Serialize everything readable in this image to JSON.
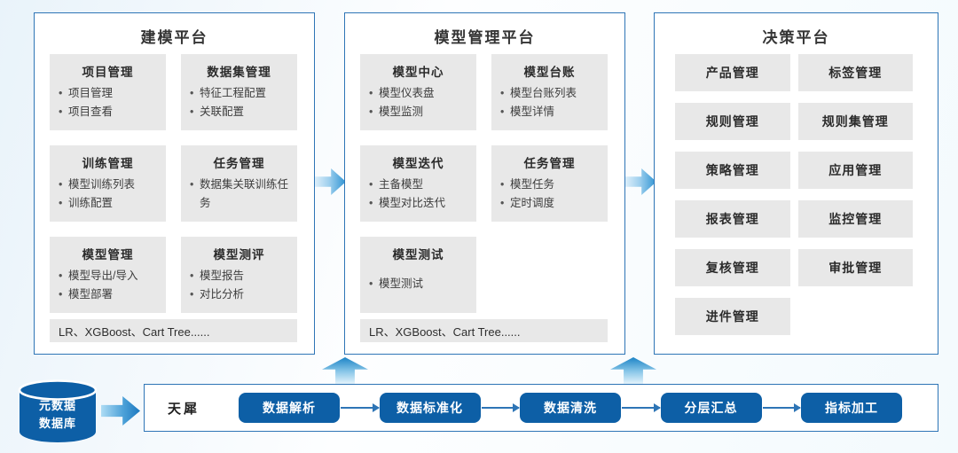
{
  "colors": {
    "panel_border": "#2e75b6",
    "card_background": "#e8e8e8",
    "dark_blue": "#0d5fa6",
    "arrow_gradient_light": "#ddeffa",
    "arrow_gradient_dark": "#2e93d3",
    "title_text": "#353535",
    "body_text": "#3d3d3d"
  },
  "panels": [
    {
      "title": "建模平台",
      "cards": [
        {
          "title": "项目管理",
          "items": [
            "项目管理",
            "项目查看"
          ]
        },
        {
          "title": "数据集管理",
          "items": [
            "特征工程配置",
            "关联配置"
          ]
        },
        {
          "title": "训练管理",
          "items": [
            "模型训练列表",
            "训练配置"
          ]
        },
        {
          "title": "任务管理",
          "items": [
            "数据集关联训练任务"
          ]
        },
        {
          "title": "模型管理",
          "items": [
            "模型导出/导入",
            "模型部署"
          ]
        },
        {
          "title": "模型测评",
          "items": [
            "模型报告",
            "对比分析"
          ]
        }
      ],
      "footer": "LR、XGBoost、Cart Tree......"
    },
    {
      "title": "模型管理平台",
      "cards": [
        {
          "title": "模型中心",
          "items": [
            "模型仪表盘",
            "模型监测"
          ]
        },
        {
          "title": "模型台账",
          "items": [
            "模型台账列表",
            "模型详情"
          ]
        },
        {
          "title": "模型迭代",
          "items": [
            "主备模型",
            "模型对比迭代"
          ]
        },
        {
          "title": "任务管理",
          "items": [
            "模型任务",
            "定时调度"
          ]
        },
        {
          "title": "模型测试",
          "items": [
            "模型测试"
          ]
        }
      ],
      "footer": "LR、XGBoost、Cart Tree......"
    },
    {
      "title": "决策平台",
      "buttons": [
        "产品管理",
        "标签管理",
        "规则管理",
        "规则集管理",
        "策略管理",
        "应用管理",
        "报表管理",
        "监控管理",
        "复核管理",
        "审批管理",
        "进件管理"
      ]
    }
  ],
  "datasource": {
    "line1": "元数据",
    "line2": "数据库"
  },
  "pipeline": {
    "label": "天犀",
    "steps": [
      "数据解析",
      "数据标准化",
      "数据清洗",
      "分层汇总",
      "指标加工"
    ]
  }
}
